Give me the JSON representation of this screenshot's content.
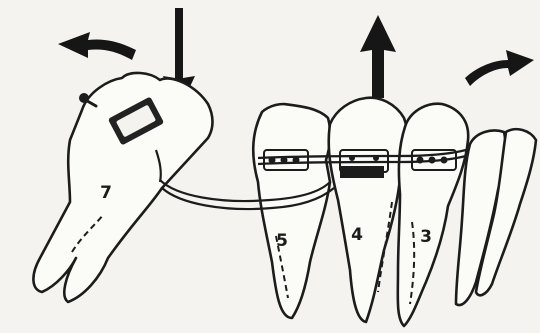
{
  "diagram": {
    "teeth": [
      {
        "id": "7",
        "label": "7"
      },
      {
        "id": "5",
        "label": "5"
      },
      {
        "id": "4",
        "label": "4"
      },
      {
        "id": "3",
        "label": "3"
      }
    ],
    "arrows": [
      {
        "id": "left-curved",
        "icon": "curved-arrow-left-icon"
      },
      {
        "id": "down",
        "icon": "arrow-down-icon"
      },
      {
        "id": "up",
        "icon": "arrow-up-icon"
      },
      {
        "id": "right-curved",
        "icon": "curved-arrow-right-icon"
      }
    ],
    "colors": {
      "ink": "#1c1c1c",
      "background": "#f4f3ef",
      "tooth_fill": "#fbfbf8"
    }
  }
}
